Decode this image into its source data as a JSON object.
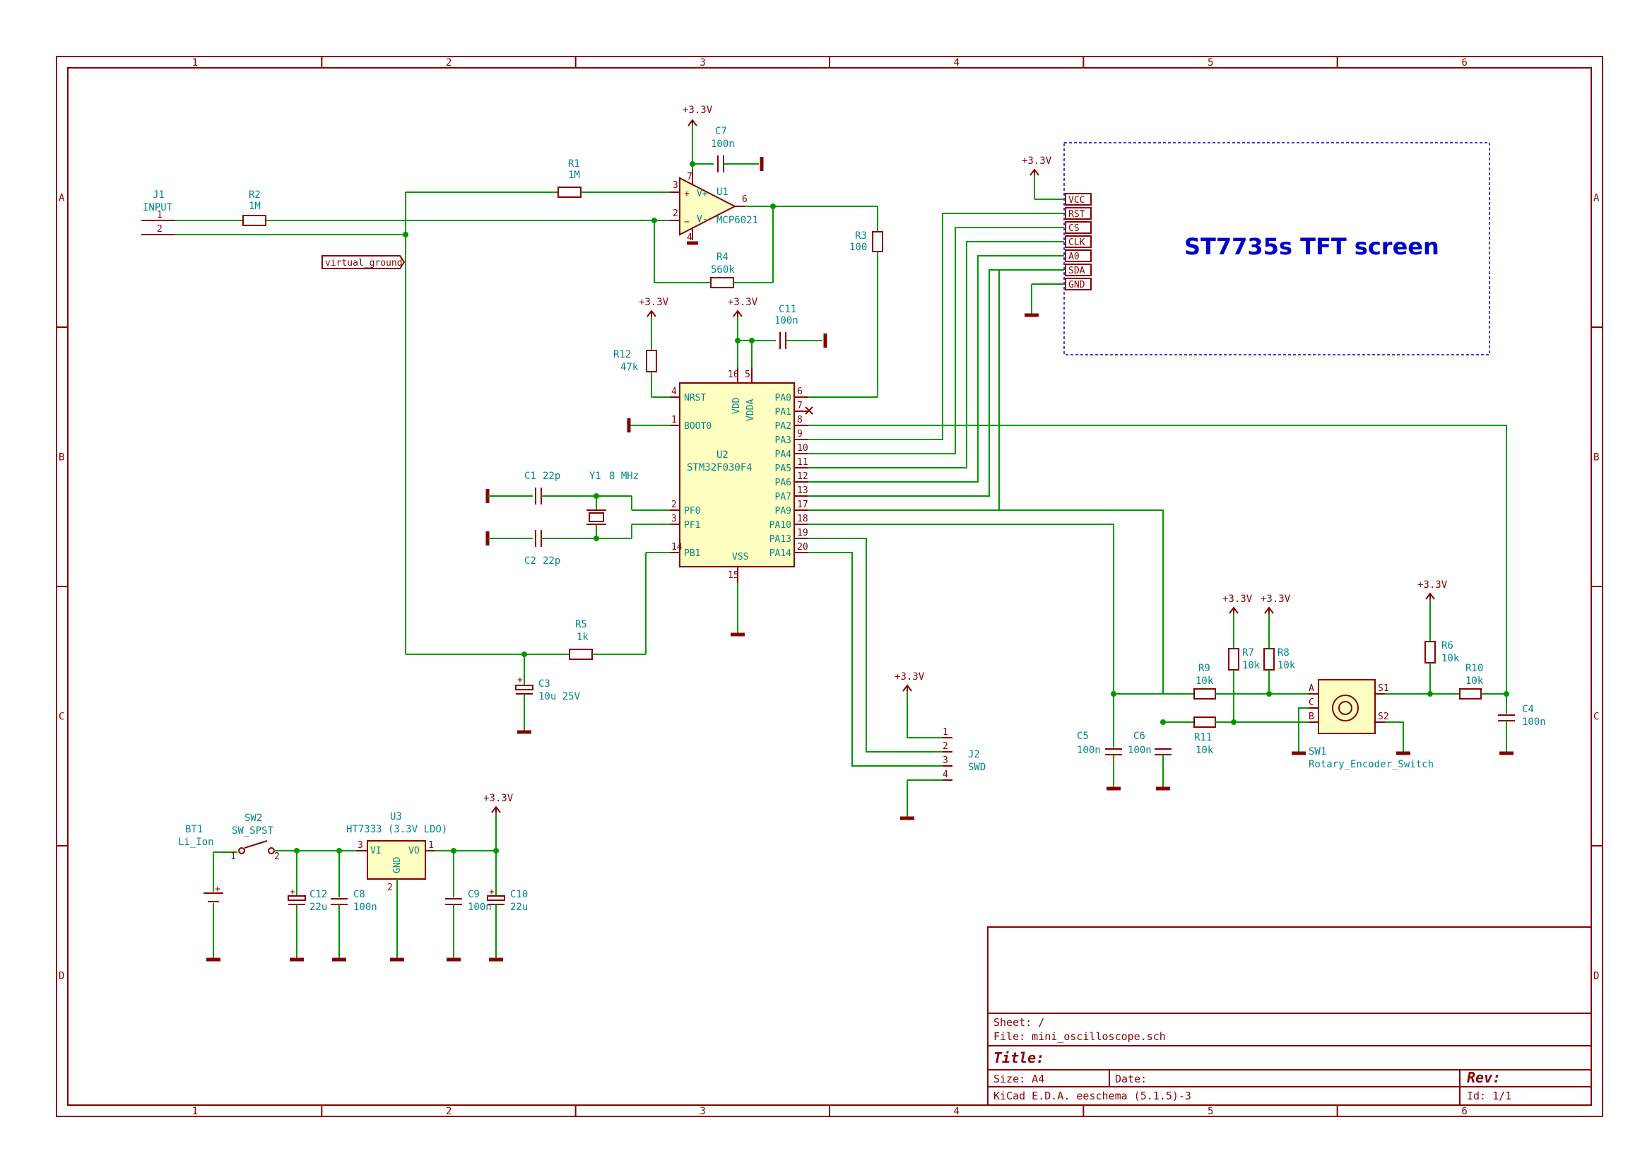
{
  "frame": {
    "cols": [
      "1",
      "2",
      "3",
      "4",
      "5",
      "6"
    ],
    "rows": [
      "A",
      "B",
      "C",
      "D"
    ]
  },
  "power": {
    "vcc": "+3.3V"
  },
  "components": {
    "j1": {
      "ref": "J1",
      "value": "INPUT",
      "pin1": "1",
      "pin2": "2"
    },
    "r2": {
      "ref": "R2",
      "value": "1M"
    },
    "r1": {
      "ref": "R1",
      "value": "1M"
    },
    "c7": {
      "ref": "C7",
      "value": "100n"
    },
    "u1": {
      "ref": "U1",
      "value": "MCP6021",
      "p3": "3",
      "p2": "2",
      "p6": "6",
      "p7": "7",
      "p4": "4",
      "vplus": "V+",
      "vminus": "V-",
      "plus": "+",
      "minus": "−"
    },
    "r4": {
      "ref": "R4",
      "value": "560k"
    },
    "r3": {
      "ref": "R3",
      "value": "100"
    },
    "r12": {
      "ref": "R12",
      "value": "47k"
    },
    "c11": {
      "ref": "C11",
      "value": "100n"
    },
    "u2": {
      "ref": "U2",
      "value": "STM32F030F4",
      "left": [
        {
          "num": "4",
          "name": "NRST"
        },
        {
          "num": "1",
          "name": "BOOT0"
        },
        {
          "num": "2",
          "name": "PF0"
        },
        {
          "num": "3",
          "name": "PF1"
        },
        {
          "num": "14",
          "name": "PB1"
        }
      ],
      "right": [
        {
          "num": "6",
          "name": "PA0"
        },
        {
          "num": "7",
          "name": "PA1"
        },
        {
          "num": "8",
          "name": "PA2"
        },
        {
          "num": "9",
          "name": "PA3"
        },
        {
          "num": "10",
          "name": "PA4"
        },
        {
          "num": "11",
          "name": "PA5"
        },
        {
          "num": "12",
          "name": "PA6"
        },
        {
          "num": "13",
          "name": "PA7"
        },
        {
          "num": "17",
          "name": "PA9"
        },
        {
          "num": "18",
          "name": "PA10"
        },
        {
          "num": "19",
          "name": "PA13"
        },
        {
          "num": "20",
          "name": "PA14"
        }
      ],
      "vdd": "VDD",
      "vdd_num": "16",
      "vdda": "VDDA",
      "vdda_num": "5",
      "vss": "VSS",
      "vss_num": "15"
    },
    "c1": {
      "ref": "C1",
      "value": "22p"
    },
    "c2": {
      "ref": "C2",
      "value": "22p"
    },
    "y1": {
      "ref": "Y1",
      "value": "8 MHz"
    },
    "r5": {
      "ref": "R5",
      "value": "1k"
    },
    "c3": {
      "ref": "C3",
      "value": "10u 25V"
    },
    "j2": {
      "ref": "J2",
      "value": "SWD",
      "pins": [
        "1",
        "2",
        "3",
        "4"
      ]
    },
    "c5": {
      "ref": "C5",
      "value": "100n"
    },
    "c6": {
      "ref": "C6",
      "value": "100n"
    },
    "r9": {
      "ref": "R9",
      "value": "10k"
    },
    "r11": {
      "ref": "R11",
      "value": "10k"
    },
    "r7": {
      "ref": "R7",
      "value": "10k"
    },
    "r8": {
      "ref": "R8",
      "value": "10k"
    },
    "sw1": {
      "ref": "SW1",
      "value": "Rotary_Encoder_Switch",
      "pa": "A",
      "pc": "C",
      "pb": "B",
      "ps1": "S1",
      "ps2": "S2"
    },
    "r6": {
      "ref": "R6",
      "value": "10k"
    },
    "r10": {
      "ref": "R10",
      "value": "10k"
    },
    "c4": {
      "ref": "C4",
      "value": "100n"
    },
    "bt1": {
      "ref": "BT1",
      "value": "Li_Ion"
    },
    "sw2": {
      "ref": "SW2",
      "value": "SW_SPST",
      "p1": "1",
      "p2": "2"
    },
    "u3": {
      "ref": "U3",
      "value": "HT7333 (3.3V LDO)",
      "vi": "VI",
      "vo": "VO",
      "gnd": "GND",
      "p3": "3",
      "p1": "1",
      "p2": "2"
    },
    "c12": {
      "ref": "C12",
      "value": "22u"
    },
    "c8": {
      "ref": "C8",
      "value": "100n"
    },
    "c9": {
      "ref": "C9",
      "value": "100n"
    },
    "c10": {
      "ref": "C10",
      "value": "22u"
    }
  },
  "labels": {
    "virtual_ground": "virtual_ground"
  },
  "tft": {
    "title": "ST7735s TFT screen",
    "pins": [
      "VCC",
      "RST",
      "CS",
      "CLK",
      "A0",
      "SDA",
      "GND"
    ]
  },
  "title_block": {
    "sheet": "Sheet: /",
    "file": "File: mini_oscilloscope.sch",
    "title": "Title:",
    "size": "Size: A4",
    "date": "Date:",
    "rev": "Rev:",
    "tool": "KiCad E.D.A.  eeschema (5.1.5)-3",
    "id": "Id: 1/1"
  }
}
